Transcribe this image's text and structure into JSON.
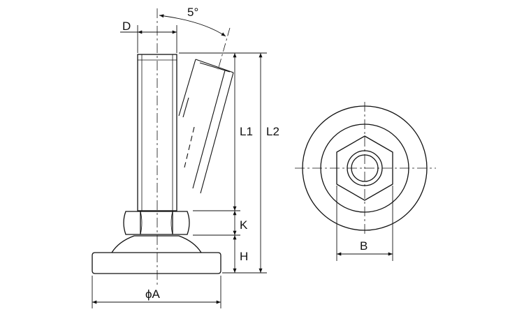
{
  "diagram": {
    "labels": {
      "angle": "5°",
      "d": "D",
      "l1": "L1",
      "l2": "L2",
      "k": "K",
      "h": "H",
      "a": "ϕA",
      "b": "B"
    },
    "colors": {
      "line": "#111111",
      "hidden": "#444444",
      "background": "#ffffff"
    }
  }
}
